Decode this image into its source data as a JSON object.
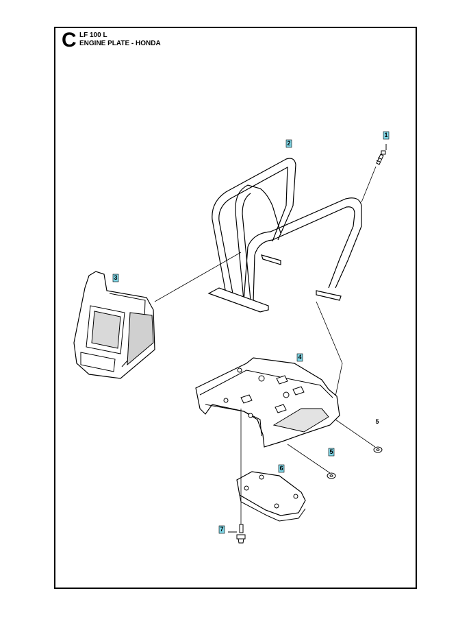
{
  "header": {
    "section_letter": "C",
    "model": "LF 100 L",
    "title": "ENGINE PLATE - HONDA"
  },
  "callouts": [
    {
      "id": "c1",
      "label": "1",
      "highlight": true
    },
    {
      "id": "c2",
      "label": "2",
      "highlight": true
    },
    {
      "id": "c3",
      "label": "3",
      "highlight": true
    },
    {
      "id": "c4",
      "label": "4",
      "highlight": true
    },
    {
      "id": "c5a",
      "label": "5",
      "highlight": false
    },
    {
      "id": "c5b",
      "label": "5",
      "highlight": true
    },
    {
      "id": "c6",
      "label": "6",
      "highlight": true
    },
    {
      "id": "c7",
      "label": "7",
      "highlight": true
    }
  ],
  "colors": {
    "callout_highlight": "#7fd6e6",
    "line": "#000000",
    "shade": "#cfcfcf"
  }
}
